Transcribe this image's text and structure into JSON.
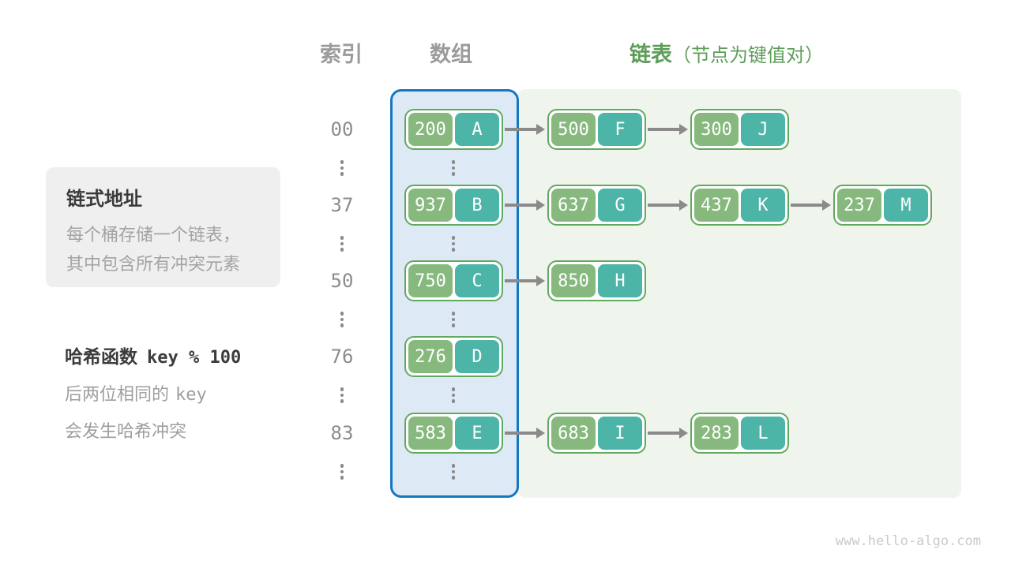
{
  "headers": {
    "index": "索引",
    "array": "数组",
    "list": "链表",
    "list_note": "（节点为键值对）"
  },
  "info_box": {
    "title": "链式地址",
    "line1": "每个桶存储一个链表，",
    "line2": "其中包含所有冲突元素"
  },
  "hash_note": {
    "title_text": "哈希函数",
    "title_code": "key % 100",
    "line1_text": "后两位相同的",
    "line1_code": "key",
    "line2_text": "会发生哈希冲突"
  },
  "watermark": "www.hello-algo.com",
  "rows": [
    {
      "index": "00",
      "nodes": [
        {
          "key": "200",
          "value": "A"
        },
        {
          "key": "500",
          "value": "F"
        },
        {
          "key": "300",
          "value": "J"
        }
      ]
    },
    {
      "index": "37",
      "nodes": [
        {
          "key": "937",
          "value": "B"
        },
        {
          "key": "637",
          "value": "G"
        },
        {
          "key": "437",
          "value": "K"
        },
        {
          "key": "237",
          "value": "M"
        }
      ]
    },
    {
      "index": "50",
      "nodes": [
        {
          "key": "750",
          "value": "C"
        },
        {
          "key": "850",
          "value": "H"
        }
      ]
    },
    {
      "index": "76",
      "nodes": [
        {
          "key": "276",
          "value": "D"
        }
      ]
    },
    {
      "index": "83",
      "nodes": [
        {
          "key": "583",
          "value": "E"
        },
        {
          "key": "683",
          "value": "I"
        },
        {
          "key": "283",
          "value": "L"
        }
      ]
    }
  ],
  "colors": {
    "accent_blue": "#1577c2",
    "array_bg": "#ddeaf5",
    "chain_bg": "#eff5ec",
    "node_border": "#61a95f",
    "key_bg": "#87b97e",
    "value_bg": "#4db4a8",
    "arrow_gray": "#8a8a8a",
    "header_green": "#5f9e5a"
  }
}
